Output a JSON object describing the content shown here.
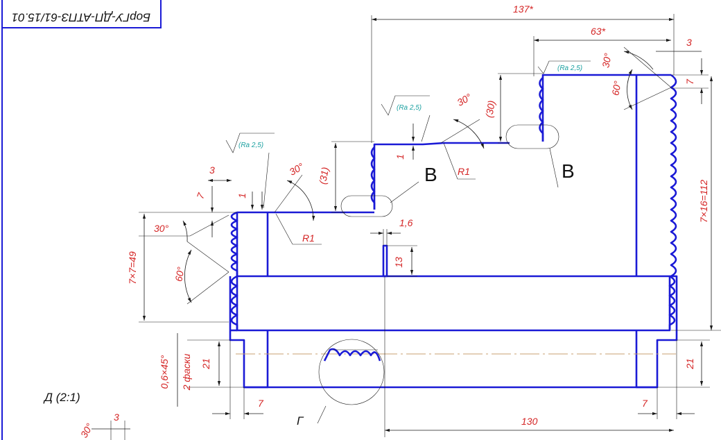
{
  "stamp": {
    "text": "БорГУ-ДП-АТПЗ-61/15.01"
  },
  "view_label": "Д (2:1)",
  "section_labels": {
    "b1": "В",
    "b2": "В",
    "g": "Г"
  },
  "roughness": {
    "r1": "(Ra 2,5)",
    "r2": "(Ra 2,5)",
    "r3": "(Ra 2,5)"
  },
  "dimensions": {
    "d137": "137*",
    "d63": "63*",
    "d3_top": "3",
    "d7_top": "7",
    "d30_top": "30°",
    "d60_top": "60°",
    "d7x16": "7×16=112",
    "d30_mid": "30°",
    "d30_mid2": "(30)",
    "dR1_mid": "R1",
    "d1_mid": "1",
    "d31": "(31)",
    "d30_left": "30°",
    "dR1_left": "R1",
    "d3_left": "3",
    "d7_left": "7",
    "d1_left": "1",
    "d30_leftout": "30°",
    "d60_left": "60°",
    "d7x7": "7×7=49",
    "d16": "1,6",
    "d13": "13",
    "d21_left": "21",
    "d06x45": "0,6×45°",
    "d2faski": "2 фаски",
    "d7_bottom_left": "7",
    "d7_bottom_right": "7",
    "d21_right": "21",
    "d130": "130",
    "d3_bottom": "3",
    "d30_bottom": "30°"
  }
}
